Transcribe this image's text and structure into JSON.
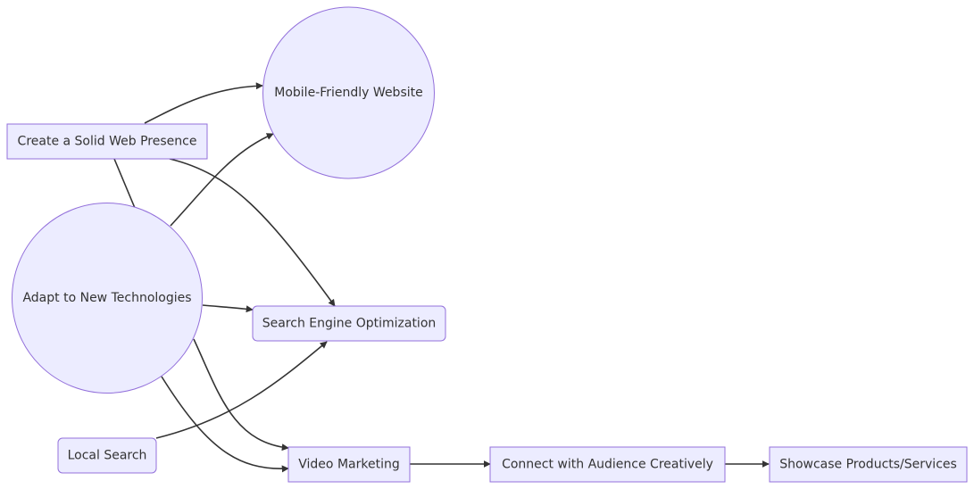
{
  "diagram": {
    "type": "flowchart",
    "colors": {
      "node_fill": "#ececff",
      "node_stroke": "#9370db",
      "edge": "#333333",
      "text": "#333333",
      "background": "#ffffff"
    },
    "nodes": [
      {
        "id": "web",
        "label": "Create a Solid Web Presence",
        "shape": "rect"
      },
      {
        "id": "mobile",
        "label": "Mobile-Friendly Website",
        "shape": "circle"
      },
      {
        "id": "adapt",
        "label": "Adapt to New Technologies",
        "shape": "circle"
      },
      {
        "id": "seo",
        "label": "Search Engine Optimization",
        "shape": "rounded-rect"
      },
      {
        "id": "local",
        "label": "Local Search",
        "shape": "rounded-rect"
      },
      {
        "id": "video",
        "label": "Video Marketing",
        "shape": "rect"
      },
      {
        "id": "connect",
        "label": "Connect with Audience Creatively",
        "shape": "rect"
      },
      {
        "id": "showcase",
        "label": "Showcase Products/Services",
        "shape": "rect"
      }
    ],
    "edges": [
      {
        "from": "web",
        "to": "mobile",
        "arrow": true
      },
      {
        "from": "web",
        "to": "seo",
        "arrow": true
      },
      {
        "from": "web",
        "to": "adapt",
        "arrow": false
      },
      {
        "from": "adapt",
        "to": "mobile",
        "arrow": true
      },
      {
        "from": "adapt",
        "to": "seo",
        "arrow": true
      },
      {
        "from": "adapt",
        "to": "video",
        "arrow": true,
        "variant": "upper"
      },
      {
        "from": "adapt",
        "to": "video",
        "arrow": true,
        "variant": "lower"
      },
      {
        "from": "local",
        "to": "seo",
        "arrow": true
      },
      {
        "from": "video",
        "to": "connect",
        "arrow": true
      },
      {
        "from": "connect",
        "to": "showcase",
        "arrow": true
      }
    ]
  }
}
